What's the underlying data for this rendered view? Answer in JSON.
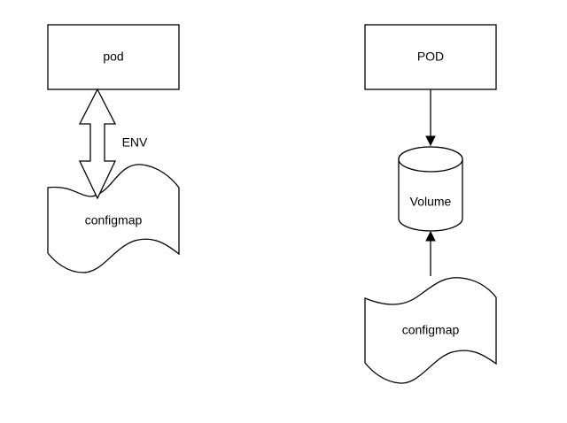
{
  "left_diagram": {
    "pod_label": "pod",
    "arrow_label": "ENV",
    "configmap_label": "configmap"
  },
  "right_diagram": {
    "pod_label": "POD",
    "volume_label": "Volume",
    "configmap_label": "configmap"
  }
}
